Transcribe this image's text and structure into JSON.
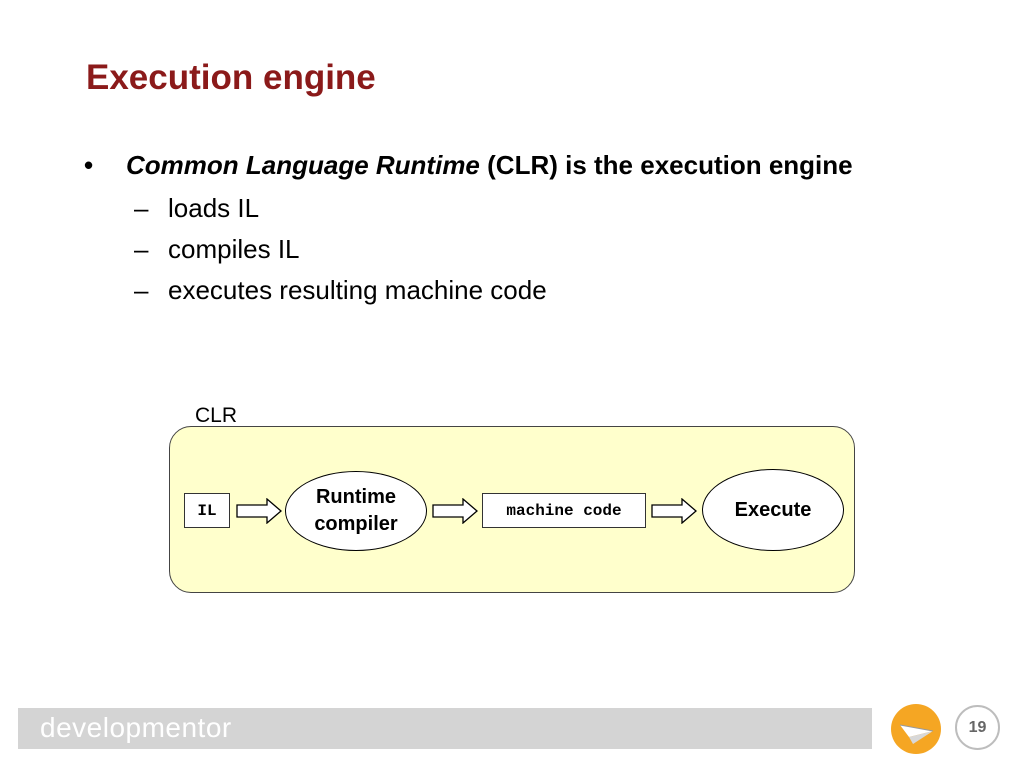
{
  "slide": {
    "title": "Execution engine",
    "bullet": {
      "marker": "•",
      "emphasis": "Common Language Runtime",
      "rest": " (CLR) is the execution engine"
    },
    "sub_items": [
      "loads IL",
      "compiles IL",
      "executes resulting machine code"
    ],
    "sub_marker": "–"
  },
  "diagram": {
    "container_label": "CLR",
    "input_label": "IL",
    "compiler_line1": "Runtime",
    "compiler_line2": "compiler",
    "output_label": "machine code",
    "execute_label": "Execute"
  },
  "footer": {
    "brand": "developmentor",
    "page_number": "19"
  },
  "colors": {
    "title": "#8b1a1a",
    "clr_fill": "#ffffcc",
    "logo": "#f5a623",
    "footer_bar": "#d4d4d4"
  },
  "icons": {
    "logo": "paper-plane-icon"
  }
}
